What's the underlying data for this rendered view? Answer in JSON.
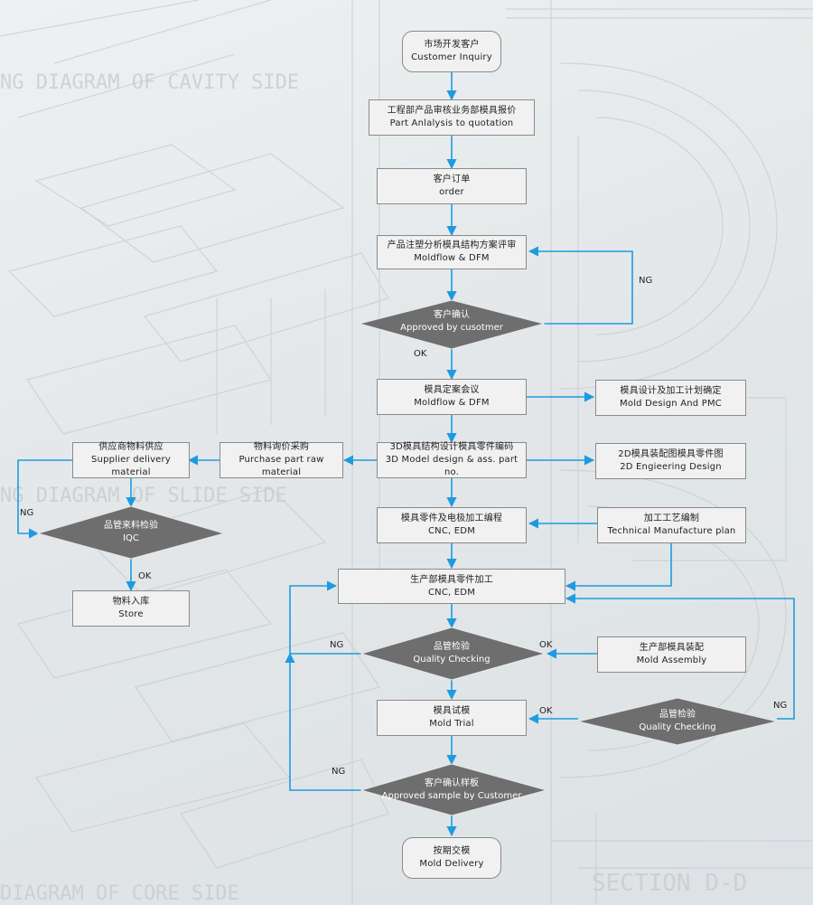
{
  "background": {
    "watermarks": [
      "NG DIAGRAM OF CAVITY SIDE",
      "NG DIAGRAM OF SLIDE SIDE",
      "DIAGRAM OF CORE SIDE",
      "SECTION D-D"
    ]
  },
  "colors": {
    "arrow": "#1e9be0",
    "box_fill": "#f1f1f1",
    "box_border": "#8a8a8a",
    "decision_fill": "#6e6e6e"
  },
  "nodes": {
    "customer_inquiry": {
      "cn": "市场开发客户",
      "en": "Customer Inquiry"
    },
    "part_analysis": {
      "cn": "工程部产品审核业务部模具报价",
      "en": "Part Anlalysis to quotation"
    },
    "order": {
      "cn": "客户订单",
      "en": "order"
    },
    "moldflow_review": {
      "cn": "产品注塑分析模具结构方案评审",
      "en": "Moldflow & DFM"
    },
    "approved_customer": {
      "cn": "客户确认",
      "en": "Approved by cusotmer"
    },
    "mold_meeting": {
      "cn": "模具定案会议",
      "en": "Moldflow & DFM"
    },
    "mold_design_pmc": {
      "cn": "模具设计及加工计划确定",
      "en": "Mold Design And PMC"
    },
    "design_3d": {
      "cn": "3D模具结构设计模具零件编码",
      "en": "3D Model design & ass. part no."
    },
    "design_2d": {
      "cn": "2D模具装配图模具零件图",
      "en": "2D Engieering Design"
    },
    "purchase": {
      "cn": "物料询价采购",
      "en": "Purchase part raw material"
    },
    "supplier": {
      "cn": "供应商物料供应",
      "en": "Supplier delivery material"
    },
    "iqc": {
      "cn": "品管来料检验",
      "en": "IQC"
    },
    "store": {
      "cn": "物料入库",
      "en": "Store"
    },
    "cnc_program": {
      "cn": "模具零件及电极加工编程",
      "en": "CNC, EDM"
    },
    "tech_plan": {
      "cn": "加工工艺编制",
      "en": "Technical Manufacture plan"
    },
    "production": {
      "cn": "生产部模具零件加工",
      "en": "CNC, EDM"
    },
    "quality_check_1": {
      "cn": "品管检验",
      "en": "Quality Checking"
    },
    "mold_assembly": {
      "cn": "生产部模具装配",
      "en": "Mold Assembly"
    },
    "mold_trial": {
      "cn": "模具试模",
      "en": "Mold Trial"
    },
    "quality_check_2": {
      "cn": "品管检验",
      "en": "Quality Checking"
    },
    "approved_sample": {
      "cn": "客户确认样板",
      "en": "Approved sample by Customer"
    },
    "mold_delivery": {
      "cn": "按期交模",
      "en": "Mold Delivery"
    }
  },
  "flags": {
    "ng_dfm": "NG",
    "ok_approved": "OK",
    "ng_iqc": "NG",
    "ok_iqc": "OK",
    "ng_qc1": "NG",
    "ok_qc1": "OK",
    "ok_qc2": "OK",
    "ng_qc2": "NG",
    "ng_sample": "NG"
  }
}
